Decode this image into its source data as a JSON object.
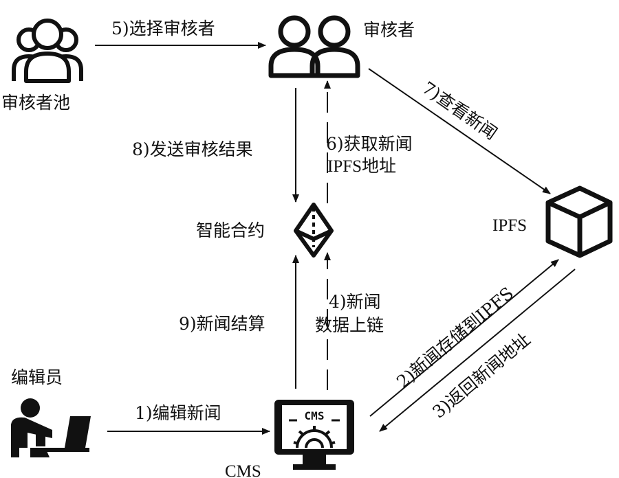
{
  "nodes": {
    "reviewer_pool": "审核者池",
    "reviewers": "审核者",
    "smart_contract": "智能合约",
    "ipfs": "IPFS",
    "editor": "编辑员",
    "cms": "CMS",
    "cms_screen_text": "CMS"
  },
  "edges": {
    "e1": "1)编辑新闻",
    "e2": "2)新闻存储到IPFS",
    "e3": "3)返回新闻地址",
    "e4_line1": "4)新闻",
    "e4_line2": "数据上链",
    "e5": "5)选择审核者",
    "e6_line1": "6)获取新闻",
    "e6_line2": "IPFS地址",
    "e7": "7)查看新闻",
    "e8": "8)发送审核结果",
    "e9": "9)新闻结算"
  }
}
